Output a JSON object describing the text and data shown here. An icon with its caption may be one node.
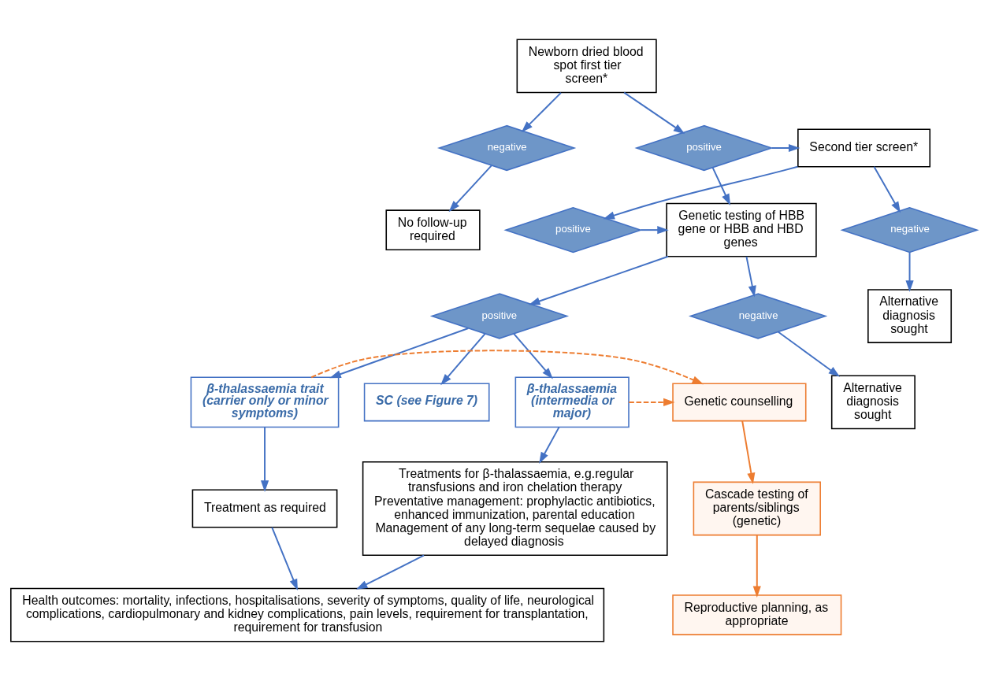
{
  "diagram": {
    "nodes": [
      {
        "text": [
          "Newborn dried blood spot first tier screen*"
        ]
      },
      {
        "text": [
          "negative"
        ]
      },
      {
        "text": [
          "positive"
        ]
      },
      {
        "text": [
          "Second tier screen*"
        ]
      },
      {
        "text": [
          "No follow-up required"
        ]
      },
      {
        "text": [
          "Genetic testing of HBB gene or HBB and HBD genes"
        ]
      },
      {
        "text": [
          "positive"
        ]
      },
      {
        "text": [
          "negative"
        ]
      },
      {
        "text": [
          "negative"
        ]
      },
      {
        "text": [
          "positive"
        ]
      },
      {
        "text": [
          "Alternative diagnosis sought"
        ]
      },
      {
        "text": [
          "Alternative diagnosis sought"
        ]
      },
      {
        "text": [
          "β-thalassaemia trait (carrier only or minor symptoms)"
        ]
      },
      {
        "text": [
          "Genetic counselling"
        ]
      },
      {
        "text": [
          "β-thalassaemia (intermedia or major)"
        ]
      },
      {
        "text": [
          "SC (see Figure 7)"
        ]
      },
      {
        "text": [
          "Treatment as required"
        ]
      },
      {
        "text": [
          "Cascade testing of parents/siblings (genetic)"
        ]
      },
      {
        "text": [
          "Treatments for β-thalassaemia, e.g.regular transfusions and iron chelation therapy",
          "Preventative management: prophylactic antibiotics, enhanced immunization, parental education",
          "Management of any long-term sequelae caused by delayed diagnosis"
        ]
      },
      {
        "text": [
          "Reproductive planning, as appropriate"
        ]
      },
      {
        "text": [
          "Health outcomes: mortality, infections, hospitalisations, severity of symptoms, quality of life, neurological complications, cardiopulmonary and kidney complications, pain levels, requirement for transplantation, requirement for transfusion"
        ]
      }
    ],
    "edges": [
      {
        "from": 0,
        "to": 1,
        "arrow": "to"
      },
      {
        "from": 0,
        "to": 2,
        "arrow": "to"
      },
      {
        "from": 2,
        "to": 3,
        "arrow": "to"
      },
      {
        "from": 1,
        "to": 4,
        "arrow": "to"
      },
      {
        "from": 2,
        "to": 5,
        "arrow": "to"
      },
      {
        "from": 3,
        "to": 6,
        "arrow": "to"
      },
      {
        "from": 3,
        "to": 7,
        "arrow": "to"
      },
      {
        "from": 6,
        "to": 5,
        "arrow": "to"
      },
      {
        "from": 7,
        "to": 10,
        "arrow": "to"
      },
      {
        "from": 5,
        "to": 8,
        "arrow": "to"
      },
      {
        "from": 5,
        "to": 9,
        "arrow": "to"
      },
      {
        "from": 8,
        "to": 11,
        "arrow": "to"
      },
      {
        "from": 9,
        "to": 12,
        "arrow": "to"
      },
      {
        "from": 9,
        "to": 14,
        "arrow": "to"
      },
      {
        "from": 9,
        "to": 15,
        "arrow": "to"
      },
      {
        "from": 12,
        "to": 13,
        "arrow": "to",
        "style": "dashed",
        "color": "#ed7d31"
      },
      {
        "from": 14,
        "to": 13,
        "arrow": "to",
        "style": "dashed",
        "color": "#ed7d31"
      },
      {
        "from": 13,
        "to": 17,
        "arrow": "to",
        "color": "#ed7d31"
      },
      {
        "from": 17,
        "to": 19,
        "arrow": "to",
        "color": "#ed7d31"
      },
      {
        "from": 12,
        "to": 16,
        "arrow": "to"
      },
      {
        "from": 14,
        "to": 18,
        "arrow": "to"
      },
      {
        "from": 16,
        "to": 20,
        "arrow": "to"
      },
      {
        "from": 18,
        "to": 20,
        "arrow": "to"
      }
    ]
  }
}
